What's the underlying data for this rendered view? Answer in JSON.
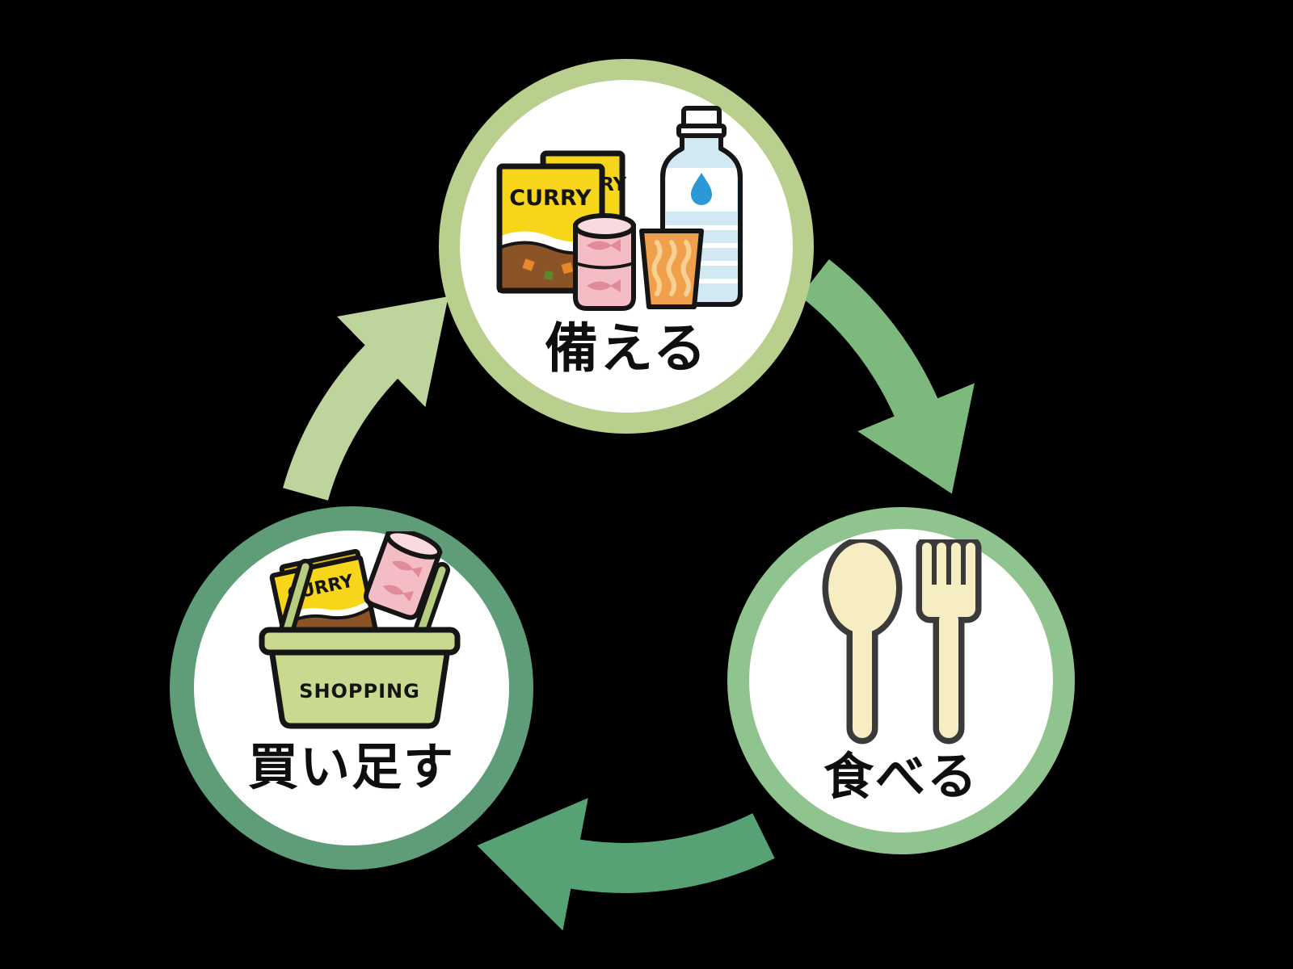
{
  "diagram": {
    "background": "#000000",
    "nodes": {
      "prepare": {
        "label": "備える",
        "ring_color": "#b9cf8e"
      },
      "eat": {
        "label": "食べる",
        "ring_color": "#8fc48f"
      },
      "buy": {
        "label": "買い足す",
        "ring_color": "#5e9d78"
      }
    },
    "arrows": {
      "prepare_to_eat": {
        "color": "#7db97d"
      },
      "eat_to_buy": {
        "color": "#57a274"
      },
      "buy_to_prepare": {
        "color": "#bdd59c"
      }
    },
    "labels": {
      "curry": "CURRY",
      "shopping": "SHOPPING"
    },
    "palette": {
      "outline": "#151515",
      "curry_yellow": "#f6d51b",
      "curry_yellow_dark": "#dcb70f",
      "curry_brown": "#8a5427",
      "carrot_orange": "#e8872c",
      "pea_green": "#5e8a2e",
      "can_pink": "#f4bcc4",
      "can_lid_pink": "#f9dade",
      "fish_pink": "#e18a99",
      "cup_orange": "#f0a04a",
      "cup_light": "#f8d092",
      "bottle_blue": "#d2e9f4",
      "drop_blue": "#2b99d6",
      "utensil_cream": "#f7edc2",
      "utensil_outline": "#3a3a3a",
      "basket_green": "#c9da90",
      "handle_green": "#b6cc7e"
    }
  }
}
